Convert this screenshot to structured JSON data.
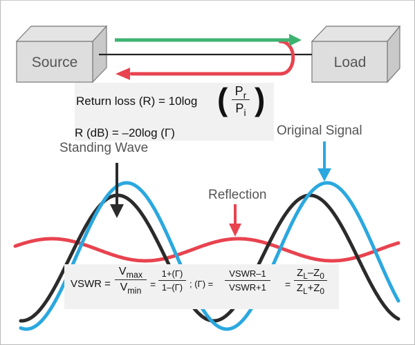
{
  "diagram": {
    "title": "Return Loss, Reflection and VSWR",
    "blocks": {
      "source": {
        "label": "Source"
      },
      "load": {
        "label": "Load"
      }
    },
    "arrows": {
      "forward": {
        "meaning": "incident power",
        "color": "#3cb371"
      },
      "reflected": {
        "meaning": "reflected power",
        "color": "#e8434f"
      },
      "line": {
        "meaning": "transmission line",
        "color": "#222222"
      }
    },
    "formulas": {
      "return_loss": {
        "lhs": "Return loss (R) = 10log",
        "frac_num_base": "P",
        "frac_num_sub": "r",
        "frac_den_base": "P",
        "frac_den_sub": "i",
        "paren_open": "(",
        "paren_close": ")"
      },
      "return_loss_db": "R (dB) = –20log (Γ)",
      "vswr": {
        "lhs": "VSWR =",
        "f1_num_base": "V",
        "f1_num_sub": "max",
        "f1_den_base": "V",
        "f1_den_sub": "min",
        "eq1": "=",
        "f2_num": "1+(Γ)",
        "f2_den": "1–(Γ)",
        "sep": "; (Γ) =",
        "f3_num": "VSWR–1",
        "f3_den": "VSWR+1",
        "eq2": "=",
        "f4_num_a": "Z",
        "f4_num_a_sub": "L",
        "f4_num_op": "–Z",
        "f4_num_b_sub": "0",
        "f4_den_a": "Z",
        "f4_den_a_sub": "L",
        "f4_den_op": "+Z",
        "f4_den_b_sub": "0"
      }
    },
    "waves": {
      "standing_wave": {
        "label": "Standing Wave",
        "color": "#2b2b2b"
      },
      "original_signal": {
        "label": "Original Signal",
        "color": "#2aa8df"
      },
      "reflection": {
        "label": "Reflection",
        "color": "#e8434f"
      }
    }
  }
}
